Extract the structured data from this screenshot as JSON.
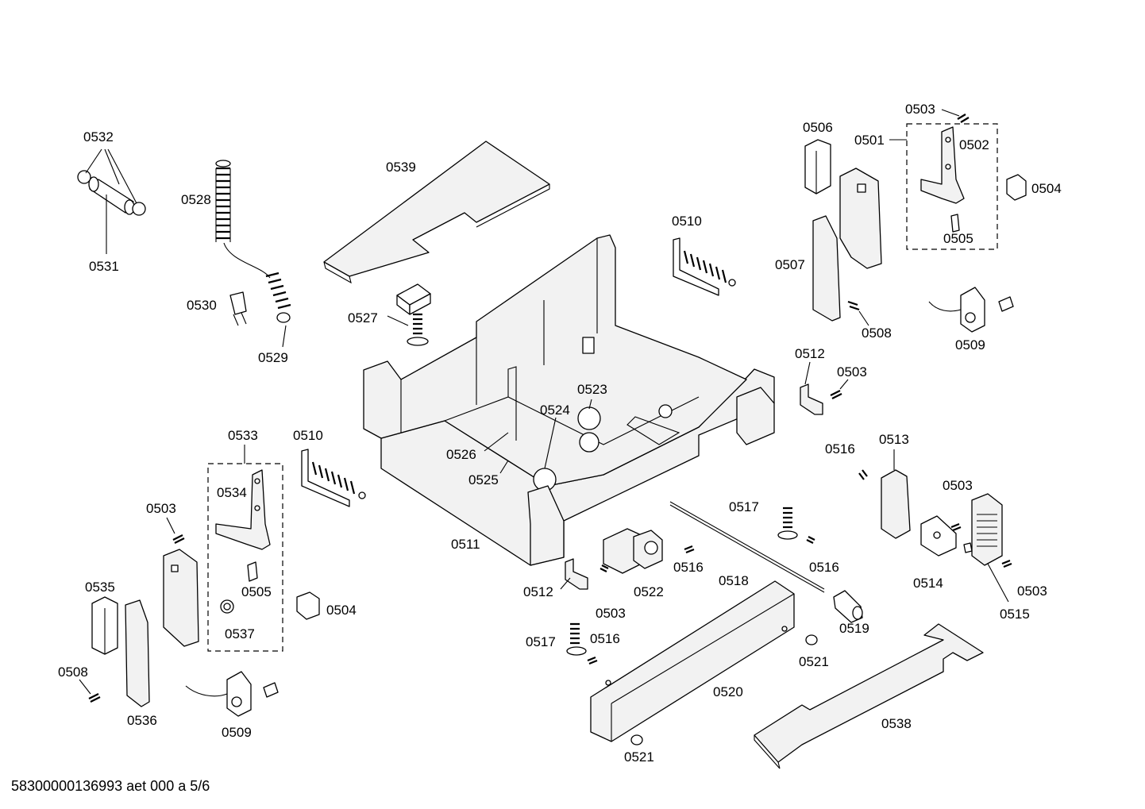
{
  "drawing": {
    "footer_code": "58300000136993 aet 000 a 5/6",
    "labels": [
      {
        "id": "l0532",
        "text": "0532"
      },
      {
        "id": "l0531",
        "text": "0531"
      },
      {
        "id": "l0528",
        "text": "0528"
      },
      {
        "id": "l0530",
        "text": "0530"
      },
      {
        "id": "l0529",
        "text": "0529"
      },
      {
        "id": "l0539",
        "text": "0539"
      },
      {
        "id": "l0527",
        "text": "0527"
      },
      {
        "id": "l0510a",
        "text": "0510"
      },
      {
        "id": "l0506",
        "text": "0506"
      },
      {
        "id": "l0501",
        "text": "0501"
      },
      {
        "id": "l0503a",
        "text": "0503"
      },
      {
        "id": "l0502",
        "text": "0502"
      },
      {
        "id": "l0504a",
        "text": "0504"
      },
      {
        "id": "l0505a",
        "text": "0505"
      },
      {
        "id": "l0507",
        "text": "0507"
      },
      {
        "id": "l0508a",
        "text": "0508"
      },
      {
        "id": "l0509a",
        "text": "0509"
      },
      {
        "id": "l0512a",
        "text": "0512"
      },
      {
        "id": "l0503b",
        "text": "0503"
      },
      {
        "id": "l0523",
        "text": "0523"
      },
      {
        "id": "l0524",
        "text": "0524"
      },
      {
        "id": "l0526",
        "text": "0526"
      },
      {
        "id": "l0525",
        "text": "0525"
      },
      {
        "id": "l0511",
        "text": "0511"
      },
      {
        "id": "l0533",
        "text": "0533"
      },
      {
        "id": "l0510b",
        "text": "0510"
      },
      {
        "id": "l0534",
        "text": "0534"
      },
      {
        "id": "l0503c",
        "text": "0503"
      },
      {
        "id": "l0505b",
        "text": "0505"
      },
      {
        "id": "l0504b",
        "text": "0504"
      },
      {
        "id": "l0537",
        "text": "0537"
      },
      {
        "id": "l0535",
        "text": "0535"
      },
      {
        "id": "l0508b",
        "text": "0508"
      },
      {
        "id": "l0536",
        "text": "0536"
      },
      {
        "id": "l0509b",
        "text": "0509"
      },
      {
        "id": "l0512b",
        "text": "0512"
      },
      {
        "id": "l0503d",
        "text": "0503"
      },
      {
        "id": "l0522",
        "text": "0522"
      },
      {
        "id": "l0516a",
        "text": "0516"
      },
      {
        "id": "l0517a",
        "text": "0517"
      },
      {
        "id": "l0516b",
        "text": "0516"
      },
      {
        "id": "l0518",
        "text": "0518"
      },
      {
        "id": "l0516c",
        "text": "0516"
      },
      {
        "id": "l0513",
        "text": "0513"
      },
      {
        "id": "l0503e",
        "text": "0503"
      },
      {
        "id": "l0514",
        "text": "0514"
      },
      {
        "id": "l0515",
        "text": "0515"
      },
      {
        "id": "l0503f",
        "text": "0503"
      },
      {
        "id": "l0519",
        "text": "0519"
      },
      {
        "id": "l0517b",
        "text": "0517"
      },
      {
        "id": "l0516d",
        "text": "0516"
      },
      {
        "id": "l0521a",
        "text": "0521"
      },
      {
        "id": "l0520",
        "text": "0520"
      },
      {
        "id": "l0521b",
        "text": "0521"
      },
      {
        "id": "l0538",
        "text": "0538"
      }
    ]
  }
}
